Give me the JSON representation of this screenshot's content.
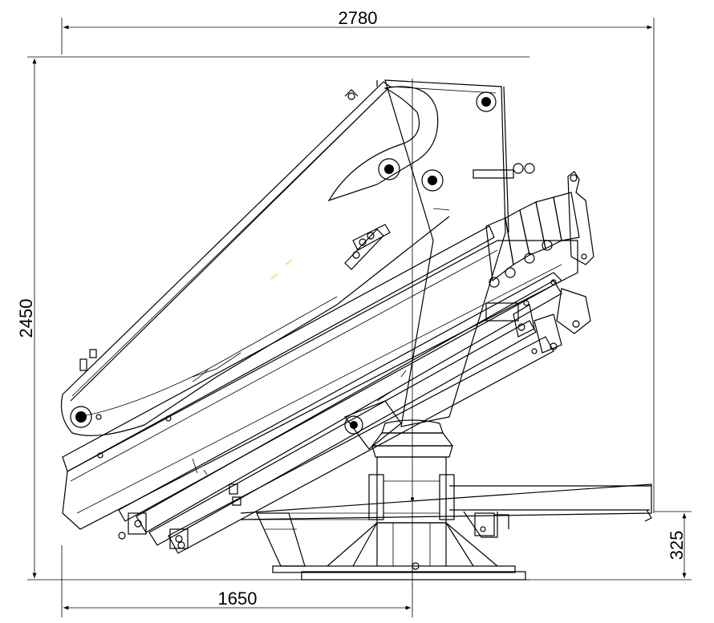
{
  "dimensions": {
    "total_width": "2780",
    "total_height": "2450",
    "base_offset": "1650",
    "platform_height": "325"
  },
  "colors": {
    "line": "#000000",
    "background": "#ffffff",
    "accent": "#e8d44d"
  }
}
